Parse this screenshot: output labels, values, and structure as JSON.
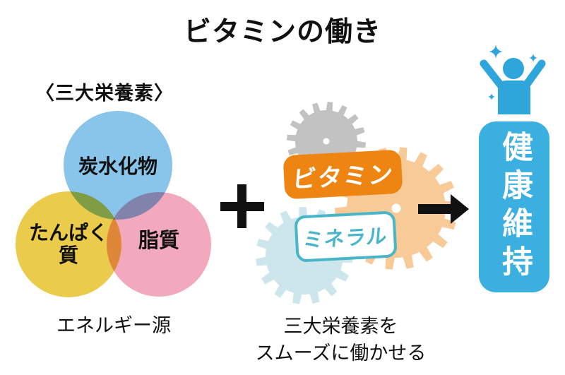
{
  "title": "ビタミンの働き",
  "nutrients": {
    "heading": "〈三大栄養素〉",
    "circles": [
      {
        "label": "炭水化物",
        "color_key": "venn_blue"
      },
      {
        "label": "たんぱく質",
        "color_key": "venn_yellow"
      },
      {
        "label": "脂質",
        "color_key": "venn_pink"
      }
    ],
    "caption": "エネルギー源"
  },
  "catalysts": {
    "vitamin_label": "ビタミン",
    "mineral_label": "ミネラル",
    "caption_line1": "三大栄養素を",
    "caption_line2": "スムーズに働かせる"
  },
  "result": {
    "label": "健康維持"
  },
  "icons": {
    "plus": "plus-icon",
    "arrow": "arrow-right-icon",
    "gears": [
      "gear-gray-icon",
      "gear-orange-icon",
      "gear-lightblue-icon"
    ],
    "person": "person-celebrating-icon",
    "sparkles": "sparkle-icon"
  },
  "palette": {
    "ink": "#111111",
    "venn_blue": "#89C5EA",
    "venn_yellow": "#EACB4B",
    "venn_pink": "#F2A9BD",
    "gear_gray": "#C2C2C2",
    "gear_orange": "#F8CA98",
    "gear_blue": "#CCE6EC",
    "vitamin_orange": "#EE8512",
    "mineral_teal": "#48B5C8",
    "person_blue": "#2EA6DB",
    "result_blue": "#3CAFE1"
  }
}
